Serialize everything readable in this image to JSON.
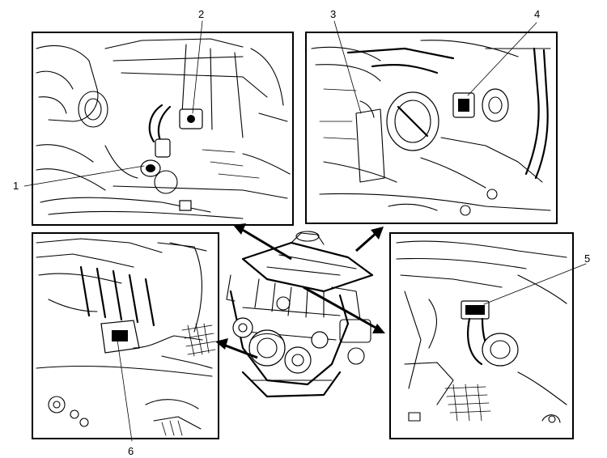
{
  "callouts": {
    "c1": "1",
    "c2": "2",
    "c3": "3",
    "c4": "4",
    "c5": "5",
    "c6": "6"
  },
  "icons": {
    "engine": "engine-illustration",
    "connector": "electrical-connector-icon"
  }
}
